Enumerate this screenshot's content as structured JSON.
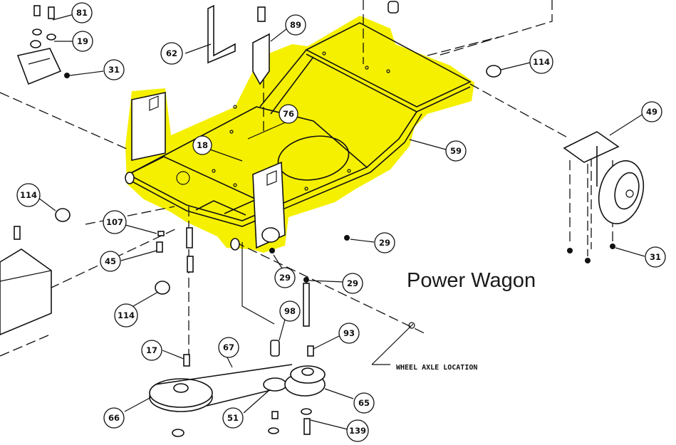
{
  "title": "Power Wagon",
  "highlight_color": "#f5f000",
  "axle_note": "WHEEL AXLE LOCATION",
  "callouts": {
    "c81": "81",
    "c19": "19",
    "c31a": "31",
    "c62": "62",
    "c89": "89",
    "c114a": "114",
    "c76": "76",
    "c18": "18",
    "c49": "49",
    "c59": "59",
    "c114b": "114",
    "c107": "107",
    "c45": "45",
    "c29a": "29",
    "c29b": "29",
    "c29c": "29",
    "c31b": "31",
    "c114c": "114",
    "c98": "98",
    "c93": "93",
    "c17": "17",
    "c67": "67",
    "c65": "65",
    "c66": "66",
    "c51": "51",
    "c139": "139"
  }
}
